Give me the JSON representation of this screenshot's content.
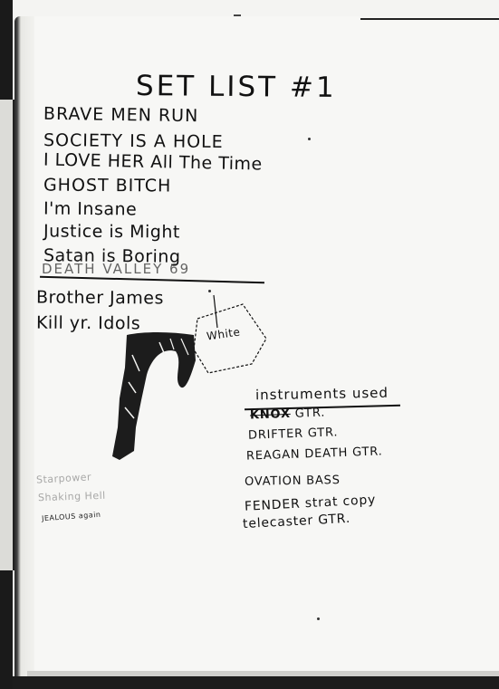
{
  "title": "SET LIST #1",
  "songs": [
    "BRAVE MEN RUN",
    "SOCIETY IS A HOLE",
    "I LOVE HER All The Time",
    "GHOST BITCH",
    "I'm Insane",
    "Justice is Might",
    "Satan is Boring",
    "DEATH VALLEY 69",
    "Brother James",
    "Kill yr. Idols"
  ],
  "sketch": {
    "label": "White",
    "icon": "legs-drawing-icon"
  },
  "instruments": {
    "header": "instruments used",
    "struck_word": "KNOX",
    "items": [
      "GTR.",
      "DRIFTER GTR.",
      "REAGAN DEATH GTR.",
      "OVATION BASS",
      "FENDER strat copy",
      "telecaster GTR."
    ]
  },
  "faint_notes": {
    "note_1": "Starpower",
    "note_2": "Shaking Hell",
    "small_note": "JEALOUS again"
  }
}
